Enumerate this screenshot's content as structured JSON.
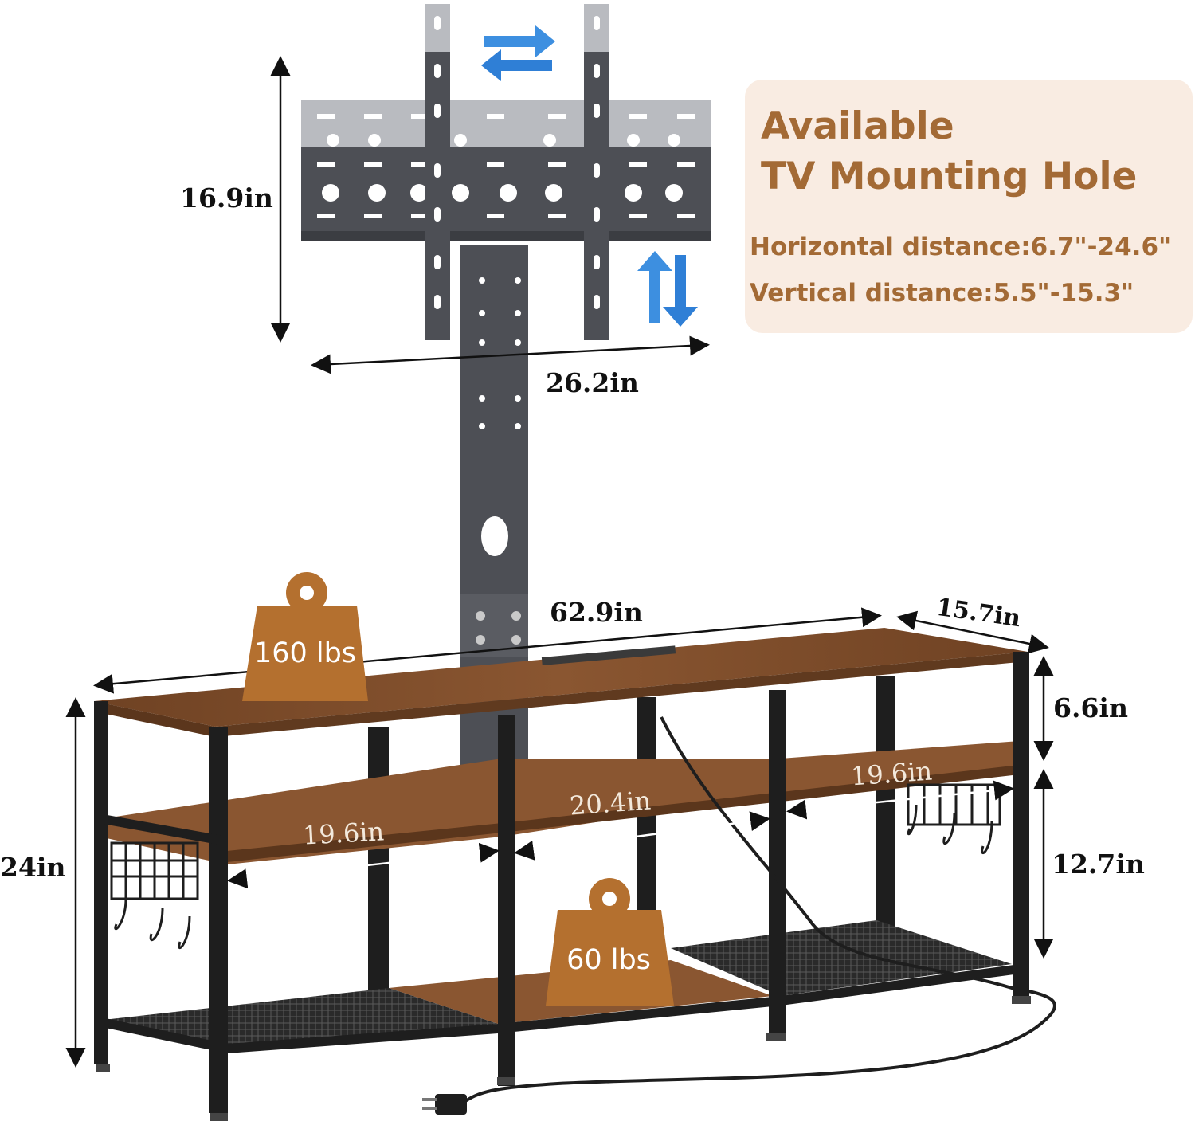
{
  "dimensions": {
    "mount_height": "16.9in",
    "mount_width": "26.2in",
    "stand_width": "62.9in",
    "stand_depth": "15.7in",
    "upper_shelf_gap": "6.6in",
    "lower_shelf_gap": "12.7in",
    "total_height": "24in",
    "shelf_left_width": "19.6in",
    "shelf_middle_width": "20.4in",
    "shelf_right_width": "19.6in"
  },
  "info_card": {
    "title_line1": "Available",
    "title_line2": "TV Mounting Hole",
    "horizontal": "Horizontal distance:6.7\"-24.6\"",
    "vertical": "Vertical distance:5.5\"-15.3\""
  },
  "weights": {
    "top_capacity": "160 lbs",
    "bottom_capacity": "60 lbs"
  },
  "colors": {
    "wood": "#7a4a27",
    "wood_light": "#8f5a33",
    "metal": "#1e1e1e",
    "bracket": "#4d4f55",
    "bracket_light": "#b9bbc0",
    "arrow_blue": "#3d8fe0",
    "info_bg": "#f9ece2",
    "info_text": "#a36a35",
    "weight_badge": "#b4702f"
  },
  "icons": [
    "weight-icon",
    "horizontal-arrows-icon",
    "vertical-arrows-icon",
    "power-plug-icon"
  ]
}
